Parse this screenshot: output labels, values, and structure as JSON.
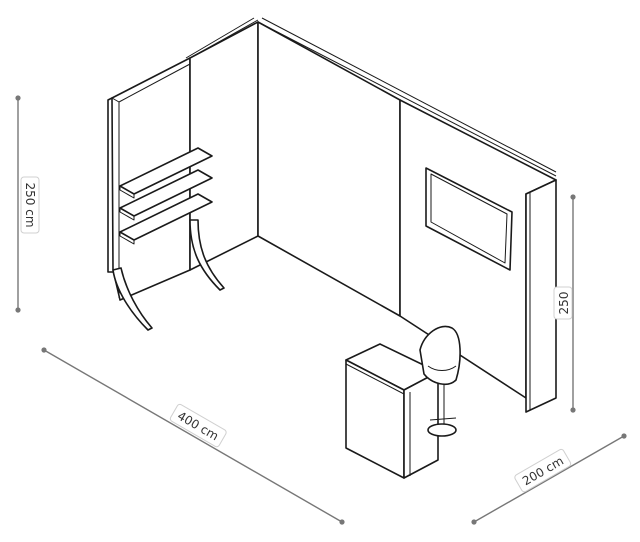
{
  "dimensions": {
    "height_left": "250 cm",
    "length": "400 cm",
    "depth": "200 cm",
    "height_right": "250"
  },
  "colors": {
    "line": "#1a1a1a",
    "dimension_line": "#777777",
    "background": "#ffffff"
  }
}
